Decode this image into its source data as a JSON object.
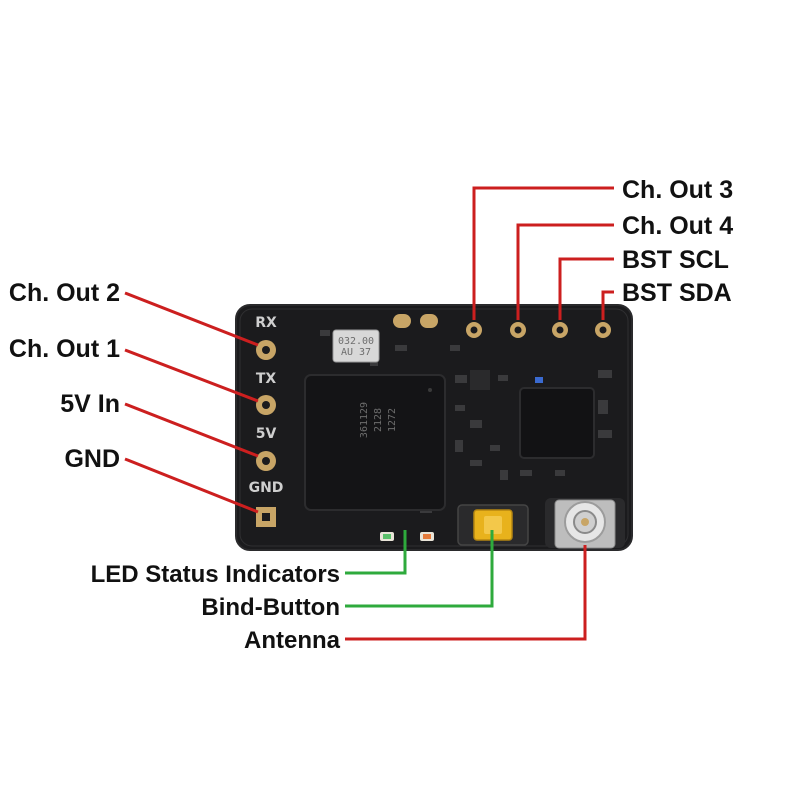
{
  "labels": {
    "ch_out_3": "Ch. Out 3",
    "ch_out_4": "Ch. Out 4",
    "bst_scl": "BST SCL",
    "bst_sda": "BST SDA",
    "ch_out_2": "Ch. Out 2",
    "ch_out_1": "Ch. Out 1",
    "v5_in": "5V In",
    "gnd": "GND",
    "led_status": "LED Status Indicators",
    "bind_button": "Bind-Button",
    "antenna": "Antenna"
  },
  "board": {
    "chip_text": [
      "1272",
      "2128",
      "361129"
    ],
    "crystal_text": [
      "032.00",
      "AU 37"
    ],
    "silk_left": [
      "RX",
      "TX",
      "5V",
      "GND"
    ]
  },
  "colors": {
    "pin_lines": "#cc1f1f",
    "ui_lines": "#2eaa3c",
    "board": "#1b1b1d",
    "pad": "#c8a566",
    "bind_button": "#e8b21c"
  }
}
